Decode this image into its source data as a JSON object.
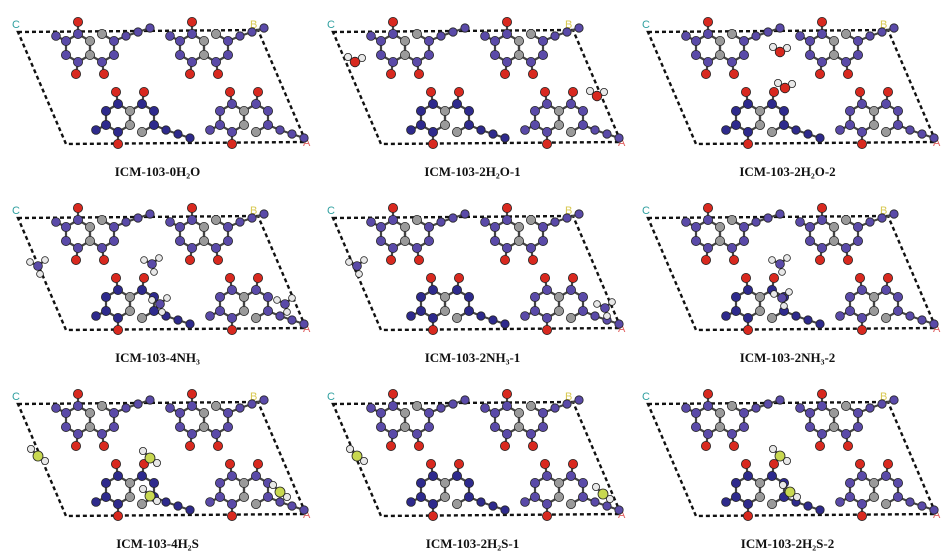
{
  "figure": {
    "atom_colors": {
      "nitrogen": "#5a4aa8",
      "nitrogen_dark": "#2e2a8c",
      "carbon": "#9a9a9a",
      "oxygen": "#d8291f",
      "hydrogen": "#e8e8e8",
      "sulfur": "#c8d850",
      "cell_border": "#111111"
    },
    "axis_colors": {
      "a": "#e06060",
      "b": "#d8c850",
      "c": "#30a0a0"
    },
    "axis_letters": {
      "a": "A",
      "b": "B",
      "c": "C"
    },
    "panels": [
      {
        "caption": "ICM-103-0H₂O",
        "guest": "none"
      },
      {
        "caption": "ICM-103-2H₂O-1",
        "guest": "H2O"
      },
      {
        "caption": "ICM-103-2H₂O-2",
        "guest": "H2O"
      },
      {
        "caption": "ICM-103-4NH₃",
        "guest": "NH3"
      },
      {
        "caption": "ICM-103-2NH₃-1",
        "guest": "NH3"
      },
      {
        "caption": "ICM-103-2NH₃-2",
        "guest": "NH3"
      },
      {
        "caption": "ICM-103-4H₂S",
        "guest": "H2S"
      },
      {
        "caption": "ICM-103-2H₂S-1",
        "guest": "H2S"
      },
      {
        "caption": "ICM-103-2H₂S-2",
        "guest": "H2S"
      }
    ]
  }
}
